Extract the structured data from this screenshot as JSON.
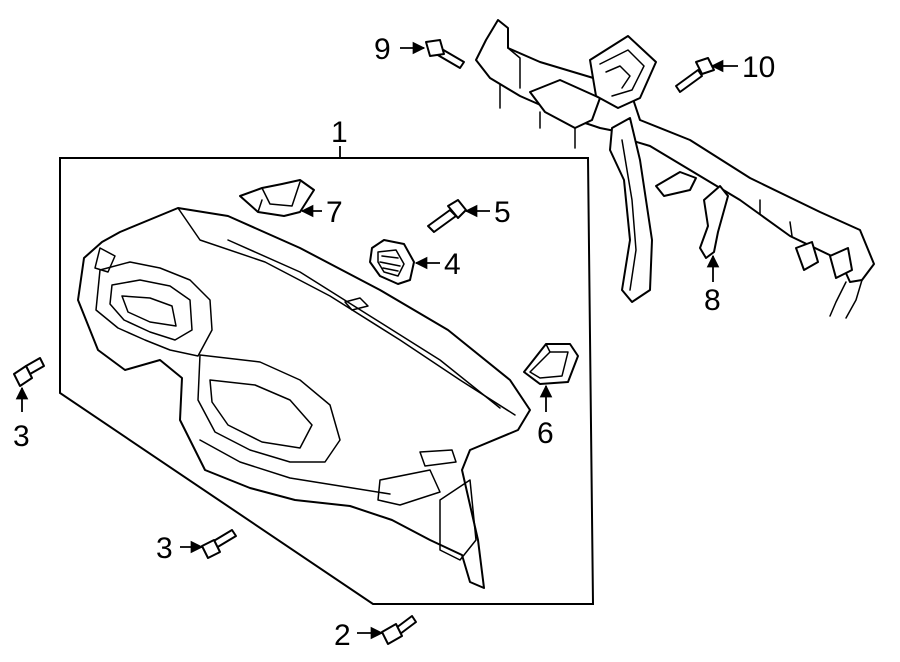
{
  "callouts": [
    {
      "id": "1",
      "text": "1"
    },
    {
      "id": "2",
      "text": "2"
    },
    {
      "id": "3a",
      "text": "3"
    },
    {
      "id": "3b",
      "text": "3"
    },
    {
      "id": "4",
      "text": "4"
    },
    {
      "id": "5",
      "text": "5"
    },
    {
      "id": "6",
      "text": "6"
    },
    {
      "id": "7",
      "text": "7"
    },
    {
      "id": "8",
      "text": "8"
    },
    {
      "id": "9",
      "text": "9"
    },
    {
      "id": "10",
      "text": "10"
    }
  ],
  "colors": {
    "line": "#000000",
    "background": "#ffffff"
  }
}
